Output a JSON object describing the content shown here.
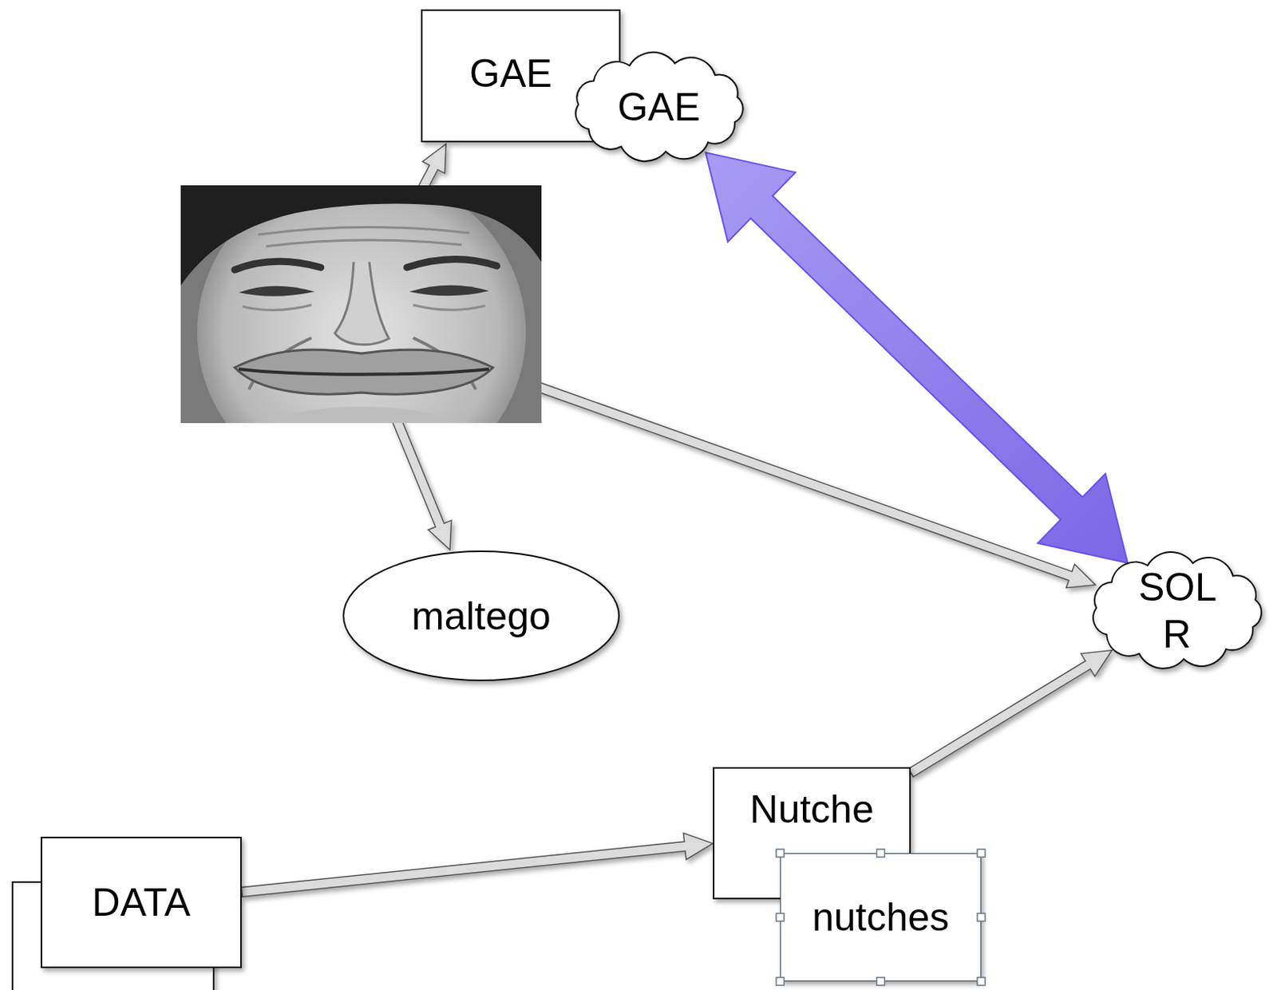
{
  "diagram": {
    "nodes": [
      {
        "text": [
          "GAE"
        ]
      },
      {
        "text": [
          "GAE"
        ]
      },
      {
        "text": [
          "maltego"
        ]
      },
      {
        "text": [
          "SOL R"
        ]
      },
      {
        "text": [
          "Nutche"
        ]
      },
      {
        "text": [
          "nutches"
        ]
      },
      {
        "text": [
          "DATA"
        ]
      }
    ],
    "edges": [
      {
        "from": 1,
        "to": 3,
        "arrow": "both"
      },
      {
        "from": 6,
        "to": 4,
        "arrow": "to"
      },
      {
        "from": 4,
        "to": 3,
        "arrow": "to"
      }
    ]
  }
}
